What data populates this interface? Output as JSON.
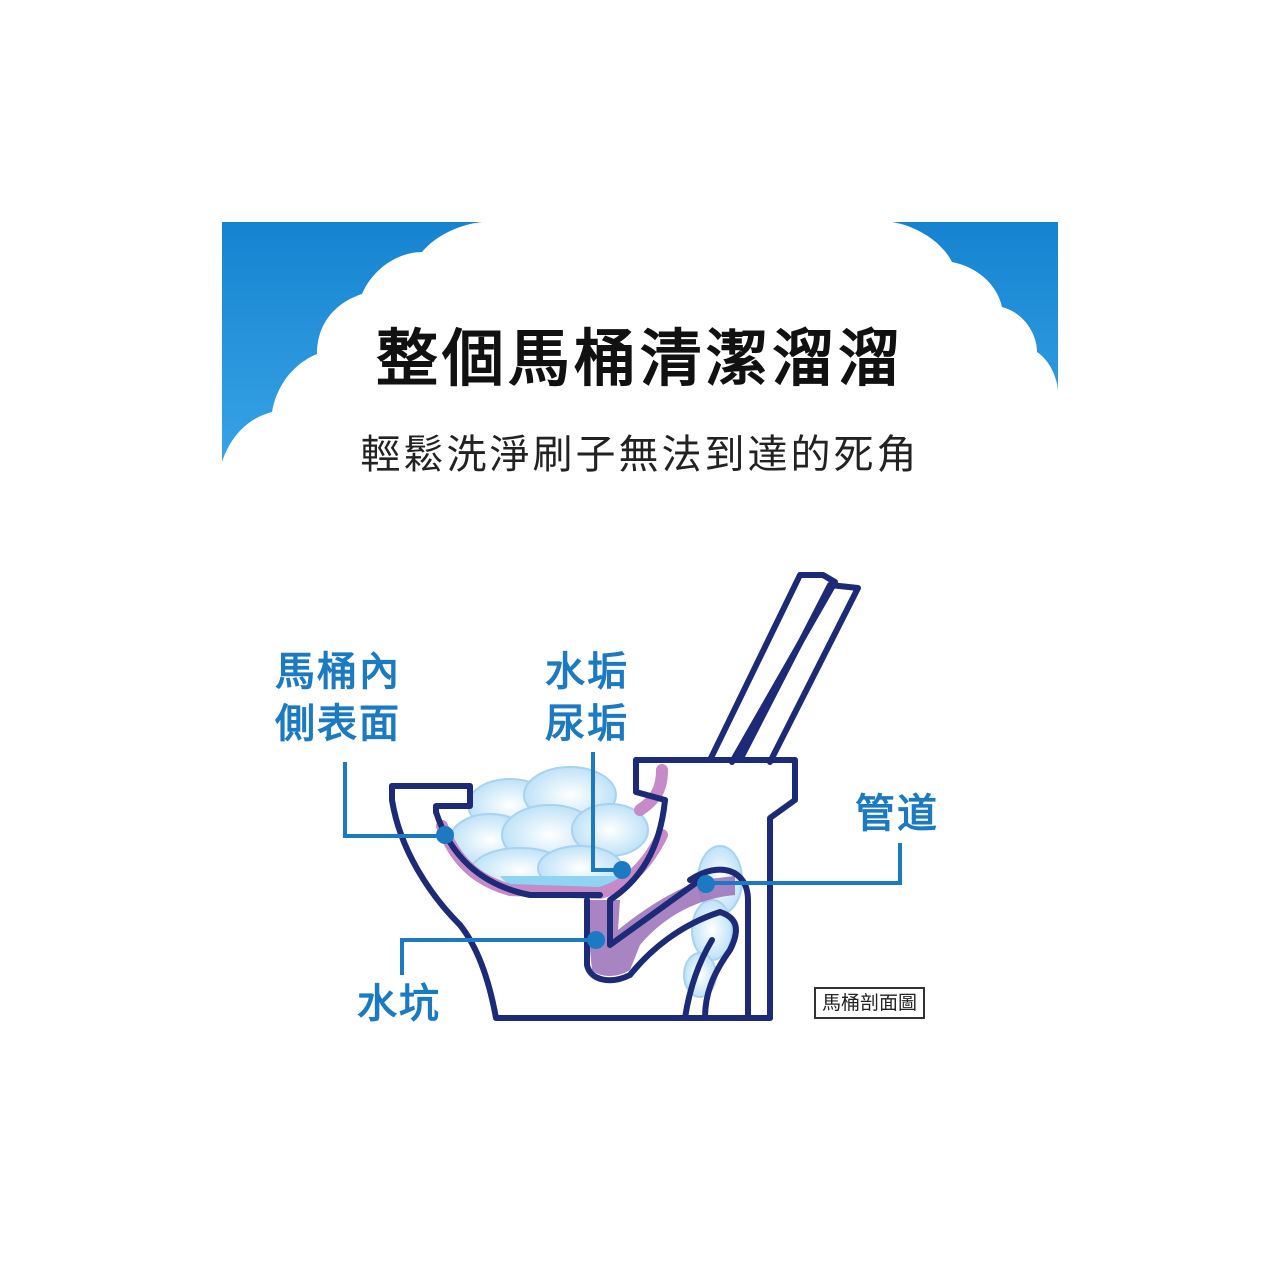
{
  "header": {
    "title": "整個馬桶清潔溜溜",
    "subtitle": "輕鬆洗淨刷子無法到達的死角"
  },
  "labels": {
    "inner_surface_line1": "馬桶內",
    "inner_surface_line2": "側表面",
    "scale_line1": "水垢",
    "scale_line2": "尿垢",
    "pipe": "管道",
    "trap": "水坑"
  },
  "caption": "馬桶剖面圖",
  "colors": {
    "banner_blue": "#1d8fd9",
    "label_blue": "#1b7ac1",
    "outline_navy": "#1d2a78",
    "stain_pink": "#c58ac7",
    "stain_purple": "#9a6fb8",
    "water_blue": "#8fd4f2",
    "foam": "#d6ecfb"
  }
}
